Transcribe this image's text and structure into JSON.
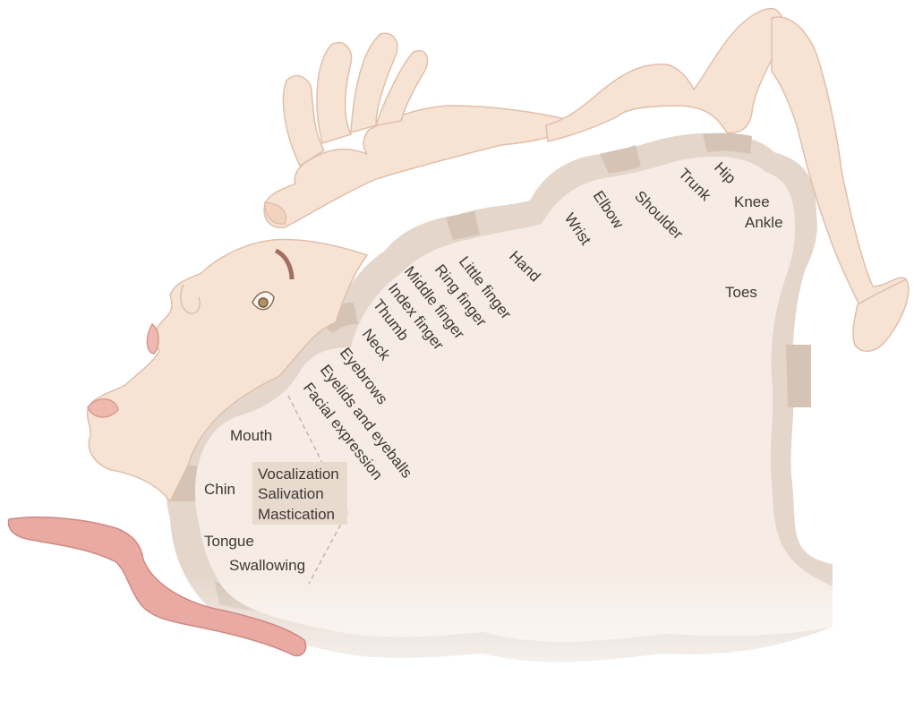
{
  "labels": {
    "hip": "Hip",
    "knee": "Knee",
    "ankle": "Ankle",
    "trunk": "Trunk",
    "shoulder": "Shoulder",
    "elbow": "Elbow",
    "wrist": "Wrist",
    "hand": "Hand",
    "toes": "Toes",
    "little_finger": "Little finger",
    "ring_finger": "Ring finger",
    "middle_finger": "Middle finger",
    "index_finger": "Index finger",
    "thumb": "Thumb",
    "neck": "Neck",
    "eyebrows": "Eyebrows",
    "eyelids_eyeballs": "Eyelids and eyeballs",
    "facial_expression": "Facial expression",
    "mouth": "Mouth",
    "chin": "Chin",
    "tongue": "Tongue",
    "swallowing": "Swallowing",
    "vocalization": "Vocalization",
    "salivation": "Salivation",
    "mastication": "Mastication"
  },
  "colors": {
    "skin": "#f6e1d2",
    "skin_outline": "#e3c2ad",
    "cortex_inner": "#f6ebe3",
    "cortex_band_light": "#e7dbd1",
    "cortex_band_dark": "#d7c7ba",
    "tongue": "#e5a6a1",
    "label_text": "#3d3935",
    "box_fill": "#e7d8cb"
  }
}
